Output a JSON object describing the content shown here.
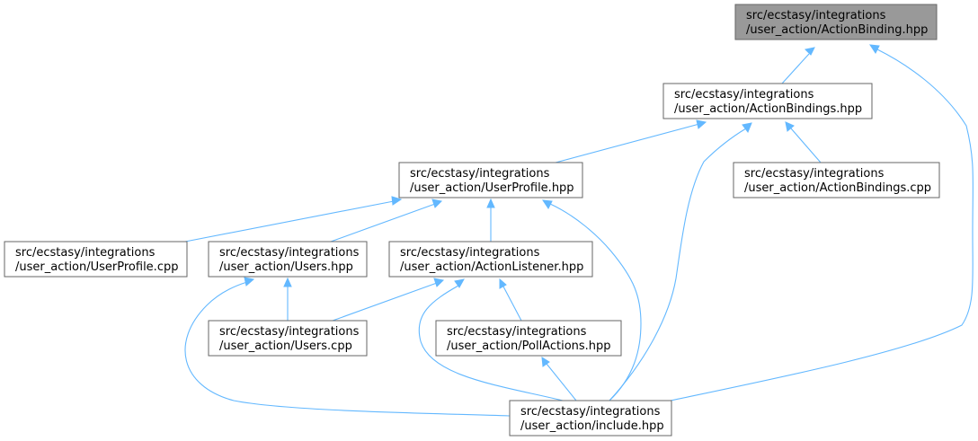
{
  "nodes": [
    {
      "id": "ActionBinding_hpp",
      "line1": "src/ecstasy/integrations",
      "line2": "/user_action/ActionBinding.hpp",
      "highlight": true
    },
    {
      "id": "ActionBindings_hpp",
      "line1": "src/ecstasy/integrations",
      "line2": "/user_action/ActionBindings.hpp"
    },
    {
      "id": "UserProfile_hpp",
      "line1": "src/ecstasy/integrations",
      "line2": "/user_action/UserProfile.hpp"
    },
    {
      "id": "ActionBindings_cpp",
      "line1": "src/ecstasy/integrations",
      "line2": "/user_action/ActionBindings.cpp"
    },
    {
      "id": "UserProfile_cpp",
      "line1": "src/ecstasy/integrations",
      "line2": "/user_action/UserProfile.cpp"
    },
    {
      "id": "Users_hpp",
      "line1": "src/ecstasy/integrations",
      "line2": "/user_action/Users.hpp"
    },
    {
      "id": "ActionListener_hpp",
      "line1": "src/ecstasy/integrations",
      "line2": "/user_action/ActionListener.hpp"
    },
    {
      "id": "Users_cpp",
      "line1": "src/ecstasy/integrations",
      "line2": "/user_action/Users.cpp"
    },
    {
      "id": "PollActions_hpp",
      "line1": "src/ecstasy/integrations",
      "line2": "/user_action/PollActions.hpp"
    },
    {
      "id": "include_hpp",
      "line1": "src/ecstasy/integrations",
      "line2": "/user_action/include.hpp"
    }
  ],
  "edges": [
    {
      "from": "ActionBindings_hpp",
      "to": "ActionBinding_hpp"
    },
    {
      "from": "include_hpp",
      "to": "ActionBinding_hpp"
    },
    {
      "from": "UserProfile_hpp",
      "to": "ActionBindings_hpp"
    },
    {
      "from": "ActionBindings_cpp",
      "to": "ActionBindings_hpp"
    },
    {
      "from": "include_hpp",
      "to": "ActionBindings_hpp"
    },
    {
      "from": "UserProfile_cpp",
      "to": "UserProfile_hpp"
    },
    {
      "from": "Users_hpp",
      "to": "UserProfile_hpp"
    },
    {
      "from": "ActionListener_hpp",
      "to": "UserProfile_hpp"
    },
    {
      "from": "include_hpp",
      "to": "UserProfile_hpp"
    },
    {
      "from": "Users_cpp",
      "to": "Users_hpp"
    },
    {
      "from": "include_hpp",
      "to": "Users_hpp"
    },
    {
      "from": "Users_cpp",
      "to": "ActionListener_hpp"
    },
    {
      "from": "PollActions_hpp",
      "to": "ActionListener_hpp"
    },
    {
      "from": "include_hpp",
      "to": "ActionListener_hpp"
    },
    {
      "from": "include_hpp",
      "to": "PollActions_hpp"
    }
  ],
  "colors": {
    "edge": "#63b8ff",
    "node_border": "#666666",
    "highlight_fill": "#999999"
  }
}
